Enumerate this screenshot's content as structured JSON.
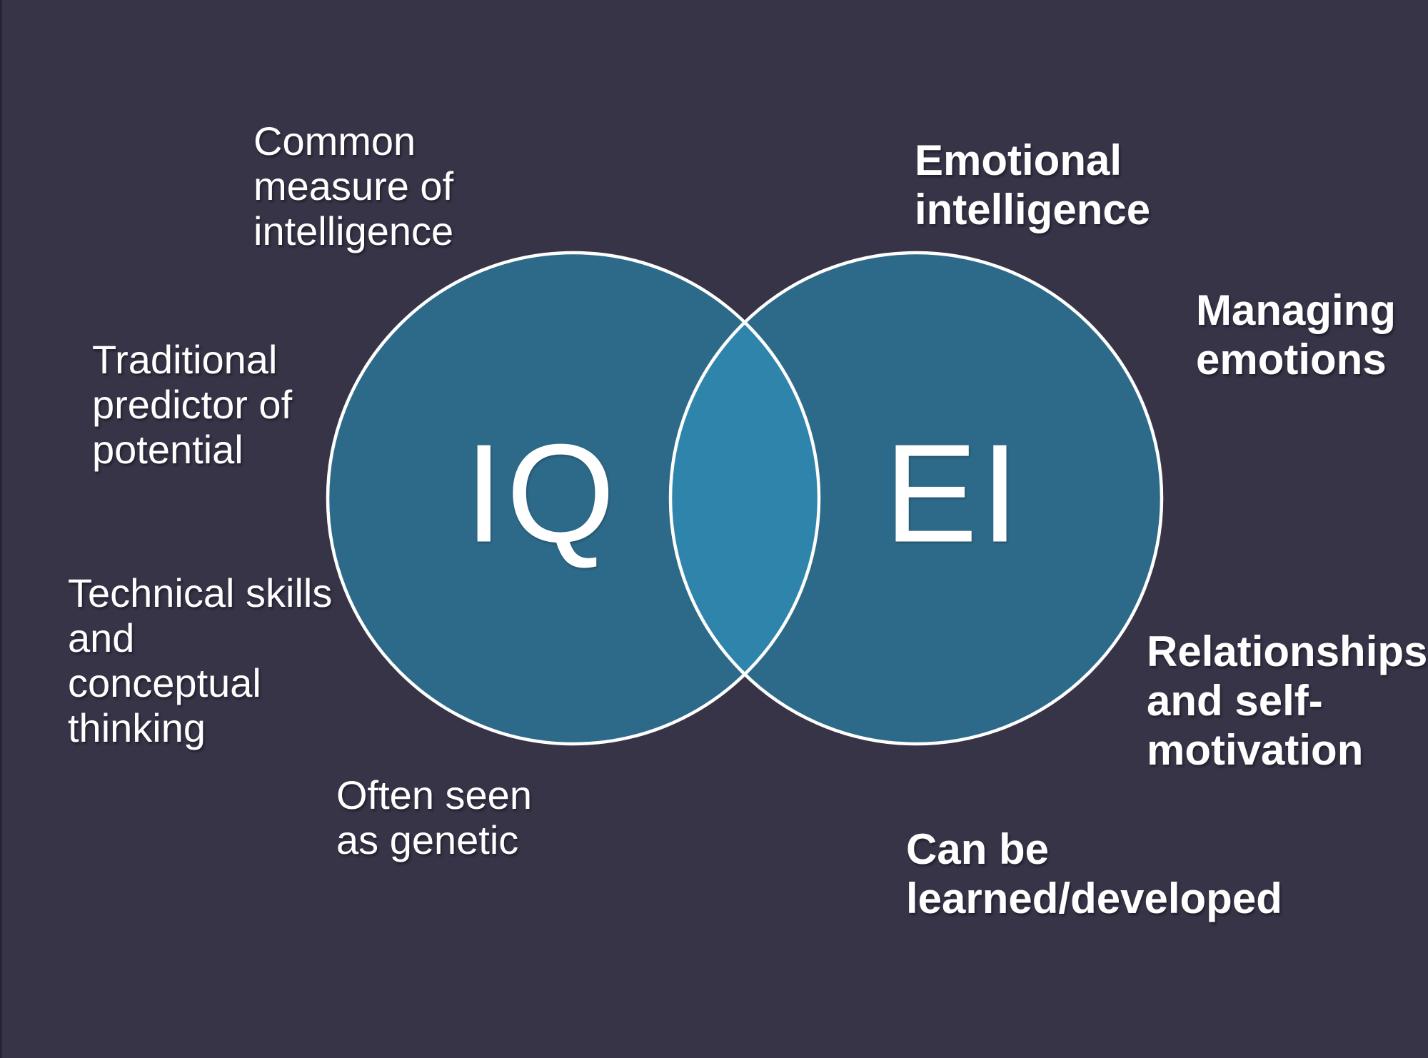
{
  "slide": {
    "colors": {
      "background": "#373447",
      "circle_fill": "#2d6a89",
      "overlap_fill": "#2e84ab",
      "outline": "#ffffff",
      "text": "#ffffff"
    },
    "venn": {
      "left_circle": {
        "label": "IQ"
      },
      "right_circle": {
        "label": "EI"
      },
      "left_items": [
        {
          "id": "common-measure",
          "text": "Common\nmeasure of\nintelligence"
        },
        {
          "id": "traditional-predictor",
          "text": "Traditional\npredictor of\npotential"
        },
        {
          "id": "technical-skills",
          "text": "Technical skills\nand\nconceptual\nthinking"
        },
        {
          "id": "often-genetic",
          "text": "Often seen\nas genetic"
        }
      ],
      "right_items": [
        {
          "id": "emotional-intelligence",
          "text": "Emotional\nintelligence"
        },
        {
          "id": "managing-emotions",
          "text": "Managing\nemotions"
        },
        {
          "id": "relationships-self-motivation",
          "text": "Relationships\nand self-\nmotivation"
        },
        {
          "id": "learned-developed",
          "text": "Can be\nlearned/developed"
        }
      ]
    }
  }
}
